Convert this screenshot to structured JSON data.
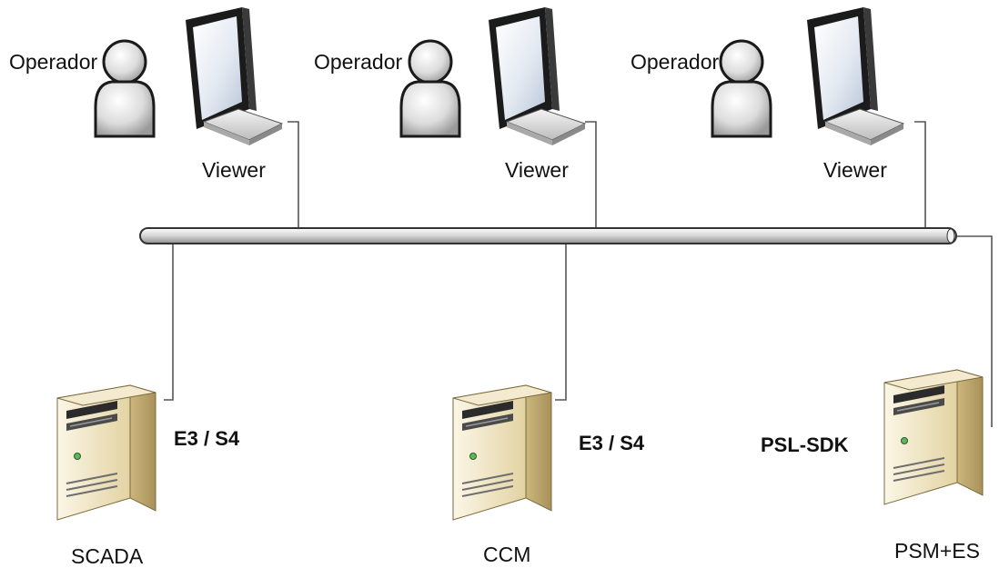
{
  "operators": [
    {
      "role_label": "Operador",
      "terminal_label": "Viewer"
    },
    {
      "role_label": "Operador",
      "terminal_label": "Viewer"
    },
    {
      "role_label": "Operador",
      "terminal_label": "Viewer"
    }
  ],
  "servers": [
    {
      "name": "SCADA",
      "software": "E3 / S4"
    },
    {
      "name": "CCM",
      "software": "E3 / S4"
    },
    {
      "name": "PSM+ES",
      "software": "PSL-SDK"
    }
  ],
  "colors": {
    "line": "#555555",
    "bus_fill": "#dcdcdc",
    "bus_stroke": "#333333",
    "monitor_frame": "#1a1a1a",
    "screen": "#e9eef5",
    "person": "#d9d9d9",
    "server_body": "#e9ddb8"
  }
}
